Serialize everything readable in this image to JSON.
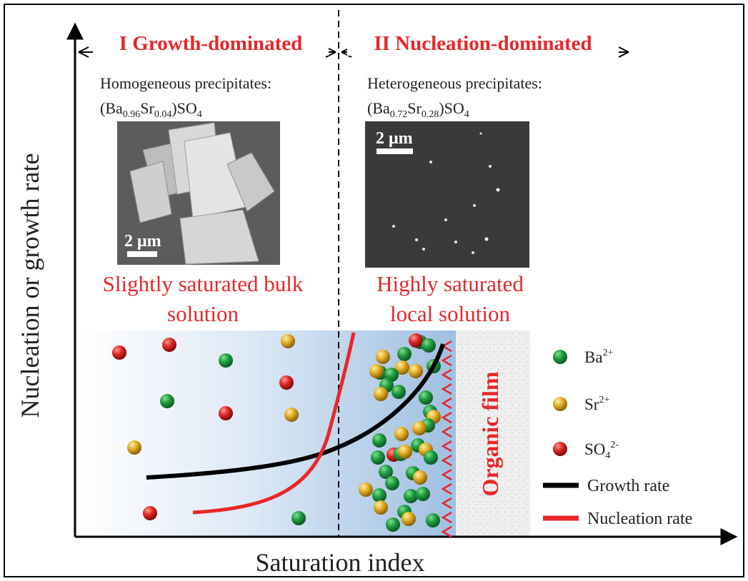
{
  "axes": {
    "x_label": "Saturation index",
    "y_label": "Nucleation or growth rate"
  },
  "regions": {
    "left": {
      "title": "I Growth-dominated",
      "precipitate_label": "Homogeneous precipitates:",
      "formula": {
        "base1": "(Ba",
        "sub1": "0.96",
        "base2": "Sr",
        "sub2": "0.04",
        "base3": ")SO",
        "sub3": "4"
      },
      "scale_bar": "2 μm",
      "solution_line1": "Slightly saturated bulk",
      "solution_line2": "solution"
    },
    "right": {
      "title": "II Nucleation-dominated",
      "precipitate_label": "Heterogeneous precipitates:",
      "formula": {
        "base1": "(Ba",
        "sub1": "0.72",
        "base2": "Sr",
        "sub2": "0.28",
        "base3": ")SO",
        "sub3": "4"
      },
      "scale_bar": "2 μm",
      "solution_line1": "Highly saturated",
      "solution_line2": "local solution"
    }
  },
  "film_label": "Organic film",
  "legend": {
    "ba": {
      "base": "Ba",
      "sup": "2+",
      "color": "#1a8a3a"
    },
    "sr": {
      "base": "Sr",
      "sup": "2+",
      "color": "#d6a21c"
    },
    "so4": {
      "base": "SO",
      "sub": "4",
      "sup": "2-",
      "color": "#d41f1f"
    },
    "growth": {
      "label": "Growth rate",
      "color": "#000000"
    },
    "nucleation": {
      "label": "Nucleation rate",
      "color": "#e8272a"
    }
  },
  "colors": {
    "title_red": "#e8272a"
  }
}
